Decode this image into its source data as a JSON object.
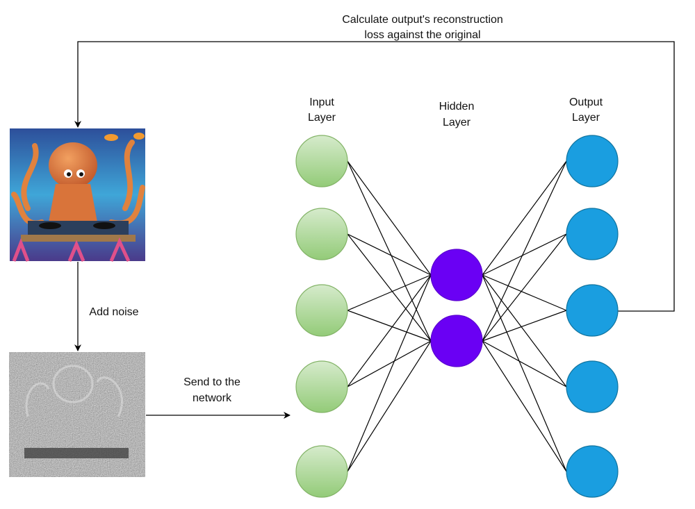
{
  "title_lines": [
    "Calculate output's reconstruction",
    "loss against the original"
  ],
  "add_noise_label": "Add noise",
  "send_label_lines": [
    "Send to the",
    "network"
  ],
  "layers": {
    "input": {
      "label_lines": [
        "Input",
        "Layer"
      ],
      "nodes": 5,
      "color": "#9ccf84"
    },
    "hidden": {
      "label_lines": [
        "Hidden",
        "Layer"
      ],
      "nodes": 2,
      "color": "#6a00f4"
    },
    "output": {
      "label_lines": [
        "Output",
        "Layer"
      ],
      "nodes": 5,
      "color": "#1a9ee0"
    }
  }
}
